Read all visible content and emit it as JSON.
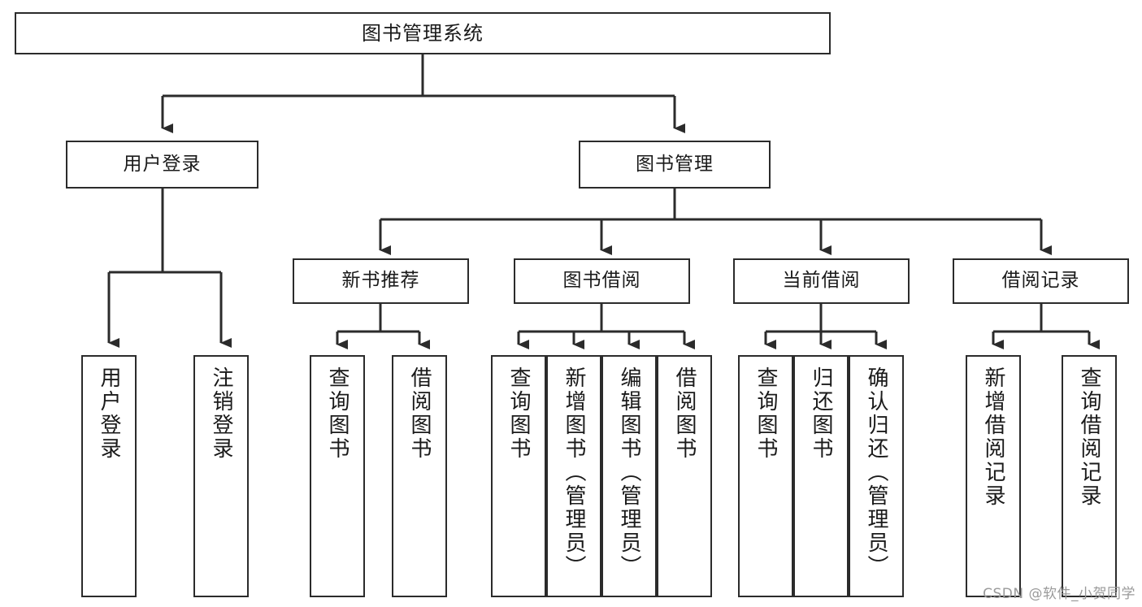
{
  "diagram": {
    "title": "图书管理系统",
    "type": "tree",
    "watermark": "CSDN @软件_小贺同学",
    "colors": {
      "background": "#ffffff",
      "box_fill": "#ffffff",
      "box_border": "#2b2b2b",
      "connector": "#2b2b2b",
      "text": "#1a1a1a",
      "watermark": "#9a9a9a"
    }
  },
  "nodes": {
    "root": {
      "label": "图书管理系统"
    },
    "level2": [
      {
        "id": "user-login",
        "label": "用户登录"
      },
      {
        "id": "book-management",
        "label": "图书管理"
      }
    ],
    "level3": [
      {
        "id": "new-book-recommend",
        "label": "新书推荐"
      },
      {
        "id": "book-borrow",
        "label": "图书借阅"
      },
      {
        "id": "current-borrow",
        "label": "当前借阅"
      },
      {
        "id": "borrow-record",
        "label": "借阅记录"
      }
    ],
    "leaves": {
      "user_login": [
        {
          "id": "leaf-user-login",
          "label": "用户登录"
        },
        {
          "id": "leaf-logout-login",
          "label": "注销登录"
        }
      ],
      "new_book_recommend": [
        {
          "id": "leaf-query-book-1",
          "label": "查询图书"
        },
        {
          "id": "leaf-borrow-book-1",
          "label": "借阅图书"
        }
      ],
      "book_borrow": [
        {
          "id": "leaf-query-book-2",
          "label": "查询图书"
        },
        {
          "id": "leaf-add-book",
          "label": "新增图书（管理员）"
        },
        {
          "id": "leaf-edit-book",
          "label": "编辑图书（管理员）"
        },
        {
          "id": "leaf-borrow-book-2",
          "label": "借阅图书"
        }
      ],
      "current_borrow": [
        {
          "id": "leaf-query-book-3",
          "label": "查询图书"
        },
        {
          "id": "leaf-return-book",
          "label": "归还图书"
        },
        {
          "id": "leaf-confirm-return",
          "label": "确认归还（管理员）"
        }
      ],
      "borrow_record": [
        {
          "id": "leaf-add-record",
          "label": "新增借阅记录"
        },
        {
          "id": "leaf-query-record",
          "label": "查询借阅记录"
        }
      ]
    }
  }
}
